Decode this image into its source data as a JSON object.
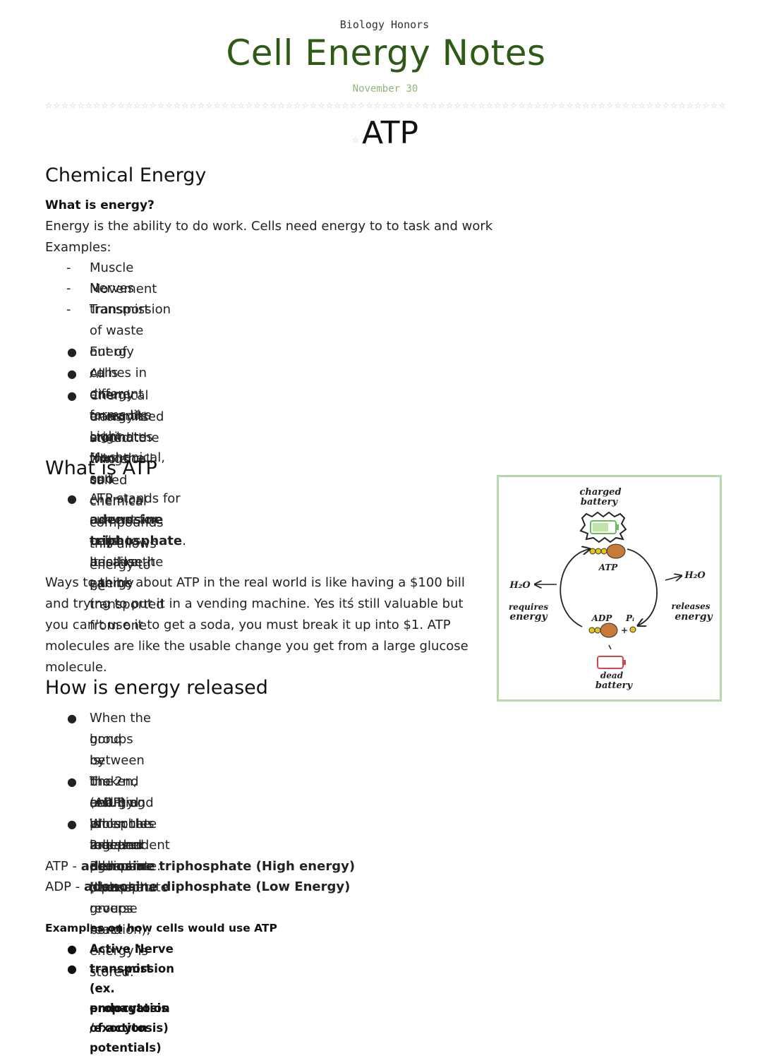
{
  "header": {
    "subject": "Biology Honors",
    "title": "Cell Energy Notes",
    "date": "November 30",
    "divider": "☆☆☆☆☆☆☆☆☆☆☆☆☆☆☆☆☆☆☆☆☆☆☆☆☆☆☆☆☆☆☆☆☆☆☆☆☆☆☆☆☆☆☆☆☆☆☆☆☆☆☆☆☆☆☆☆☆☆☆☆☆☆☆☆☆☆☆☆☆☆☆☆☆☆☆☆☆☆☆☆☆☆☆☆☆☆☆☆☆☆☆☆☆☆☆☆☆☆☆☆☆☆☆",
    "section_star": "☆",
    "section_title": "ATP"
  },
  "chemical_energy": {
    "heading": "Chemical Energy",
    "question": "What is energy?",
    "definition": "Energy is the ability to do work. Cells need energy to to task and work",
    "examples_label": "Examples:",
    "examples": [
      "Muscle Movement",
      "Nerves transmission",
      "Transport of waste out of cells"
    ],
    "bullets": [
      "Energy comes in different forms like Light, Mechanical, and chemical",
      "All energy on earth originates from the sun",
      "Chemical energy is stored to things called chemical compounds this allows energy to be",
      "transmitted around the whole cell"
    ]
  },
  "what_is_atp": {
    "heading": "What is ATP",
    "bullet_prefix": "ATP stands for ",
    "bullet_bold": "adenosine triphosphate",
    "bullet_rest_1": ".  It is like the energy",
    "bullet_lines": [
      "current for cells because it can be transported from one",
      "point to another."
    ],
    "paragraph": [
      "Ways to think about ATP in the real world is like having a $100 bill",
      "and trying to put it in a vending machine. Yes itś still valuable but",
      "you can't use it to get a soda, you must break it up into $1. ATP",
      "molecules are like the usable change you get from a large glucose",
      "molecule."
    ]
  },
  "energy_released": {
    "heading": "How is energy released",
    "bullets": [
      [
        "When the bond between the 2nd and 3rd phosphate",
        "groups is broken, energy is released and can be used",
        "by the cell."
      ],
      [
        "The resulting molecules are adenosine diphosphate",
        "(ADP) and an independent phosphate."
      ],
      [
        "When the 2nd and 3rd phosphate groups bond",
        "together again (the reverse reaction), energy is stored."
      ]
    ],
    "atp_def_prefix": "ATP - ",
    "atp_def": "adenosine triphosphate (High energy)",
    "adp_def_prefix": "ADP - ",
    "adp_def": "adenosine diphosphate (Low Energy)"
  },
  "usage": {
    "heading": "Examples on how cells would use ATP",
    "bullets": [
      "Active Nerve transmission (ex. propagation of action potentials)",
      "transport (ex. endocytosis /exocytosis)"
    ]
  },
  "diagram": {
    "charged_1": "charged",
    "charged_2": "battery",
    "atp": "ATP",
    "adp": "ADP",
    "pi": "Pᵢ",
    "h2o_left": "H₂O",
    "h2o_right": "H₂O",
    "requires_1": "requires",
    "requires_2": "energy",
    "releases_1": "releases",
    "releases_2": "energy",
    "plus": "+",
    "dead_1": "dead",
    "dead_2": "battery",
    "colors": {
      "molecule": "#c87a3a",
      "phosphate": "#e6c21c",
      "charged_fill": "#6dbb5a",
      "dead_outline": "#d04848",
      "border": "#b9d9ad"
    }
  }
}
